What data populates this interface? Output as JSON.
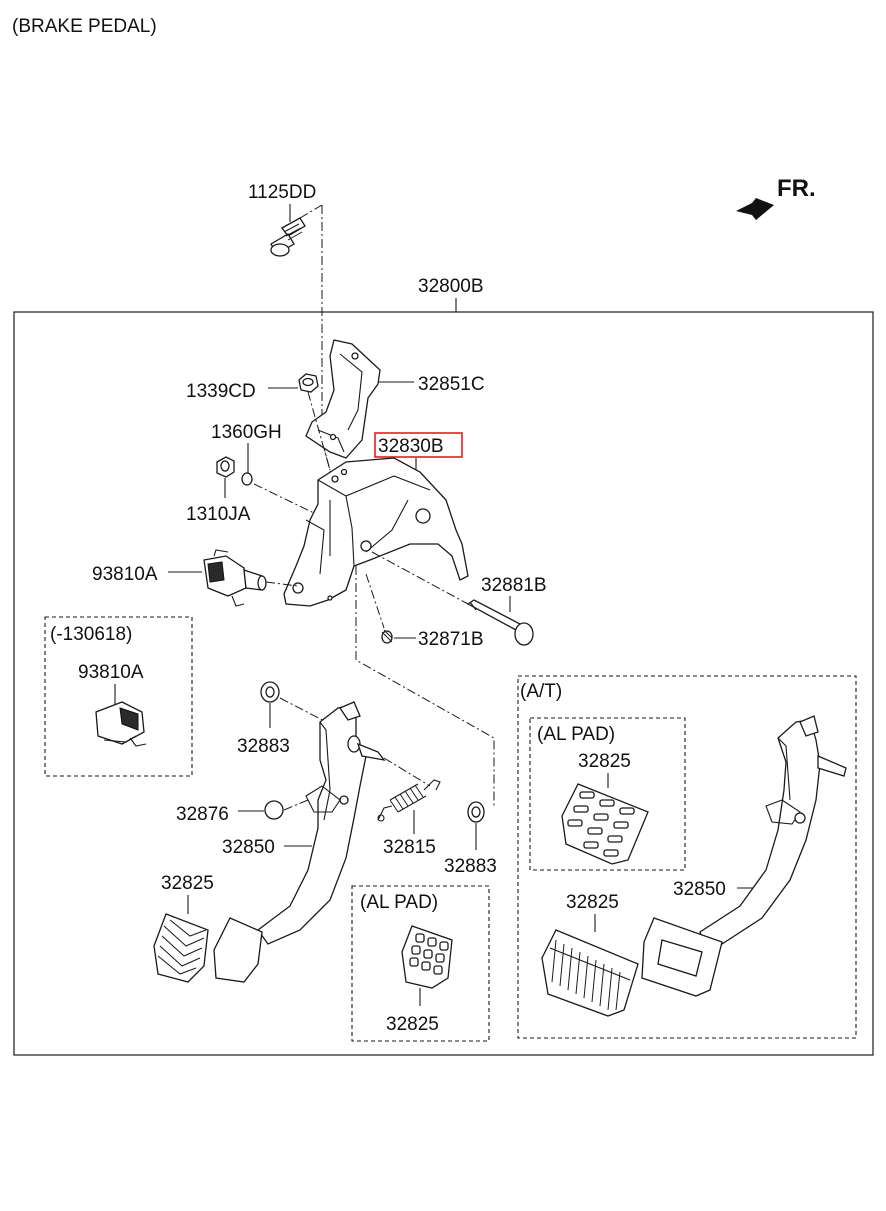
{
  "title": "(BRAKE PEDAL)",
  "direction": "FR.",
  "highlight_color": "#e02020",
  "labels": {
    "p1125DD": "1125DD",
    "p32800B": "32800B",
    "p1339CD": "1339CD",
    "p32851C": "32851C",
    "p1360GH": "1360GH",
    "p32830B": "32830B",
    "p1310JA": "1310JA",
    "p93810A": "93810A",
    "p32881B": "32881B",
    "p32871B": "32871B",
    "p32883a": "32883",
    "p32876": "32876",
    "p32850": "32850",
    "p32815": "32815",
    "p32883b": "32883",
    "p32825a": "32825",
    "p32825b": "32825"
  },
  "inset_prior": {
    "caption": "(-130618)",
    "part": "93810A"
  },
  "inset_al_pad": {
    "caption": "(AL PAD)",
    "part": "32825"
  },
  "inset_at": {
    "caption": "(A/T)",
    "al_pad_caption": "(AL PAD)",
    "al_pad_part": "32825",
    "pad_part": "32825",
    "pedal_part": "32850"
  }
}
